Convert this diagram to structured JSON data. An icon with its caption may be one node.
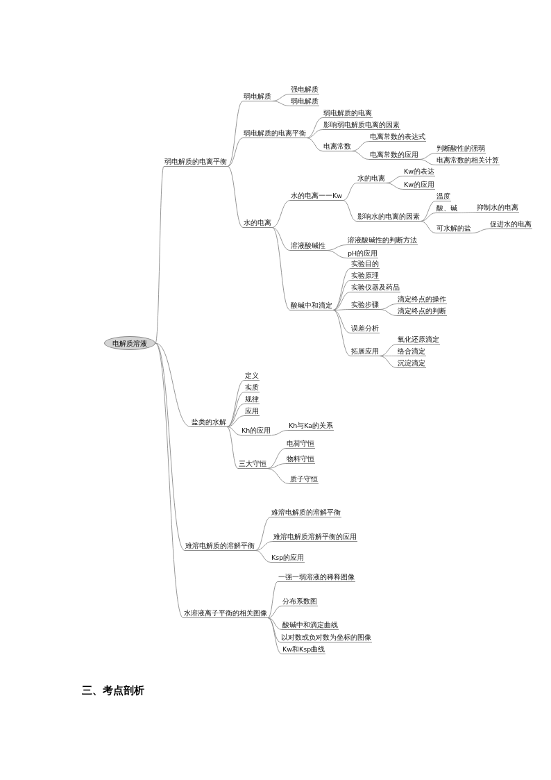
{
  "diagram": {
    "nodes": [
      {
        "text": [
          "电解质溶液"
        ]
      },
      {
        "text": [
          "弱电解质的电离平衡"
        ]
      },
      {
        "text": [
          "弱电解质"
        ]
      },
      {
        "text": [
          "强电解质"
        ]
      },
      {
        "text": [
          "弱电解质"
        ]
      },
      {
        "text": [
          "弱电解质的电离平衡"
        ]
      },
      {
        "text": [
          "弱电解质的电离"
        ]
      },
      {
        "text": [
          "影响弱电解质电离的因素"
        ]
      },
      {
        "text": [
          "电离常数"
        ]
      },
      {
        "text": [
          "电离常数的表达式"
        ]
      },
      {
        "text": [
          "电离常数的应用"
        ]
      },
      {
        "text": [
          "判断酸性的强弱"
        ]
      },
      {
        "text": [
          "电离常数的相关计算"
        ]
      },
      {
        "text": [
          "水的电离"
        ]
      },
      {
        "text": [
          "水的电离一一Kw"
        ]
      },
      {
        "text": [
          "水的电离"
        ]
      },
      {
        "text": [
          "Kw的表达"
        ]
      },
      {
        "text": [
          "Kw的应用"
        ]
      },
      {
        "text": [
          "影响水的电离的因素"
        ]
      },
      {
        "text": [
          "温度"
        ]
      },
      {
        "text": [
          "酸、碱"
        ]
      },
      {
        "text": [
          "抑制水的电离"
        ]
      },
      {
        "text": [
          "可水解的盐"
        ]
      },
      {
        "text": [
          "促进水的电离"
        ]
      },
      {
        "text": [
          "溶液酸碱性"
        ]
      },
      {
        "text": [
          "溶液酸碱性的判断方法"
        ]
      },
      {
        "text": [
          "pH的应用"
        ]
      },
      {
        "text": [
          "酸碱中和滴定"
        ]
      },
      {
        "text": [
          "实验目的"
        ]
      },
      {
        "text": [
          "实验原理"
        ]
      },
      {
        "text": [
          "实验仪器及药品"
        ]
      },
      {
        "text": [
          "实验步骤"
        ]
      },
      {
        "text": [
          "滴定终点的操作"
        ]
      },
      {
        "text": [
          "滴定终点的判断"
        ]
      },
      {
        "text": [
          "误差分析"
        ]
      },
      {
        "text": [
          "拓展应用"
        ]
      },
      {
        "text": [
          "氧化还原滴定"
        ]
      },
      {
        "text": [
          "络合滴定"
        ]
      },
      {
        "text": [
          "沉淀滴定"
        ]
      },
      {
        "text": [
          "盐类的水解"
        ]
      },
      {
        "text": [
          "定义"
        ]
      },
      {
        "text": [
          "实质"
        ]
      },
      {
        "text": [
          "规律"
        ]
      },
      {
        "text": [
          "应用"
        ]
      },
      {
        "text": [
          "Kh的应用"
        ]
      },
      {
        "text": [
          "Kh与Ka的关系"
        ]
      },
      {
        "text": [
          "三大守恒"
        ]
      },
      {
        "text": [
          "电荷守恒"
        ]
      },
      {
        "text": [
          "物料守恒"
        ]
      },
      {
        "text": [
          "质子守恒"
        ]
      },
      {
        "text": [
          "难溶电解质的溶解平衡"
        ]
      },
      {
        "text": [
          "难溶电解质的溶解平衡"
        ]
      },
      {
        "text": [
          "难溶电解质溶解平衡的应用"
        ]
      },
      {
        "text": [
          "Ksp的应用"
        ]
      },
      {
        "text": [
          "水溶液离子平衡的相关图像"
        ]
      },
      {
        "text": [
          "一强一弱溶液的稀释图像"
        ]
      },
      {
        "text": [
          "分布系数图"
        ]
      },
      {
        "text": [
          "酸碱中和滴定曲线"
        ]
      },
      {
        "text": [
          "以对数或负对数为坐标的图像"
        ]
      },
      {
        "text": [
          "Kw和Ksp曲线"
        ]
      }
    ],
    "edges": [
      {
        "from": 0,
        "to": 1,
        "arrow": "none"
      },
      {
        "from": 1,
        "to": 2,
        "arrow": "none"
      },
      {
        "from": 2,
        "to": 3,
        "arrow": "none"
      },
      {
        "from": 2,
        "to": 4,
        "arrow": "none"
      },
      {
        "from": 1,
        "to": 5,
        "arrow": "none"
      },
      {
        "from": 5,
        "to": 6,
        "arrow": "none"
      },
      {
        "from": 5,
        "to": 7,
        "arrow": "none"
      },
      {
        "from": 5,
        "to": 8,
        "arrow": "none"
      },
      {
        "from": 8,
        "to": 9,
        "arrow": "none"
      },
      {
        "from": 8,
        "to": 10,
        "arrow": "none"
      },
      {
        "from": 10,
        "to": 11,
        "arrow": "none"
      },
      {
        "from": 10,
        "to": 12,
        "arrow": "none"
      },
      {
        "from": 1,
        "to": 13,
        "arrow": "none"
      },
      {
        "from": 13,
        "to": 14,
        "arrow": "none"
      },
      {
        "from": 14,
        "to": 15,
        "arrow": "none"
      },
      {
        "from": 15,
        "to": 16,
        "arrow": "none"
      },
      {
        "from": 15,
        "to": 17,
        "arrow": "none"
      },
      {
        "from": 14,
        "to": 18,
        "arrow": "none"
      },
      {
        "from": 18,
        "to": 19,
        "arrow": "none"
      },
      {
        "from": 18,
        "to": 20,
        "arrow": "none"
      },
      {
        "from": 20,
        "to": 21,
        "arrow": "none"
      },
      {
        "from": 18,
        "to": 22,
        "arrow": "none"
      },
      {
        "from": 22,
        "to": 23,
        "arrow": "none"
      },
      {
        "from": 13,
        "to": 24,
        "arrow": "none"
      },
      {
        "from": 24,
        "to": 25,
        "arrow": "none"
      },
      {
        "from": 24,
        "to": 26,
        "arrow": "none"
      },
      {
        "from": 13,
        "to": 27,
        "arrow": "none"
      },
      {
        "from": 27,
        "to": 28,
        "arrow": "none"
      },
      {
        "from": 27,
        "to": 29,
        "arrow": "none"
      },
      {
        "from": 27,
        "to": 30,
        "arrow": "none"
      },
      {
        "from": 27,
        "to": 31,
        "arrow": "none"
      },
      {
        "from": 31,
        "to": 32,
        "arrow": "none"
      },
      {
        "from": 31,
        "to": 33,
        "arrow": "none"
      },
      {
        "from": 27,
        "to": 34,
        "arrow": "none"
      },
      {
        "from": 27,
        "to": 35,
        "arrow": "none"
      },
      {
        "from": 35,
        "to": 36,
        "arrow": "none"
      },
      {
        "from": 35,
        "to": 37,
        "arrow": "none"
      },
      {
        "from": 35,
        "to": 38,
        "arrow": "none"
      },
      {
        "from": 0,
        "to": 39,
        "arrow": "none"
      },
      {
        "from": 39,
        "to": 40,
        "arrow": "none"
      },
      {
        "from": 39,
        "to": 41,
        "arrow": "none"
      },
      {
        "from": 39,
        "to": 42,
        "arrow": "none"
      },
      {
        "from": 39,
        "to": 43,
        "arrow": "none"
      },
      {
        "from": 39,
        "to": 44,
        "arrow": "none"
      },
      {
        "from": 44,
        "to": 45,
        "arrow": "none"
      },
      {
        "from": 39,
        "to": 46,
        "arrow": "none"
      },
      {
        "from": 46,
        "to": 47,
        "arrow": "none"
      },
      {
        "from": 46,
        "to": 48,
        "arrow": "none"
      },
      {
        "from": 46,
        "to": 49,
        "arrow": "none"
      },
      {
        "from": 0,
        "to": 50,
        "arrow": "none"
      },
      {
        "from": 50,
        "to": 51,
        "arrow": "none"
      },
      {
        "from": 50,
        "to": 52,
        "arrow": "none"
      },
      {
        "from": 50,
        "to": 53,
        "arrow": "none"
      },
      {
        "from": 0,
        "to": 54,
        "arrow": "none"
      },
      {
        "from": 54,
        "to": 55,
        "arrow": "none"
      },
      {
        "from": 54,
        "to": 56,
        "arrow": "none"
      },
      {
        "from": 54,
        "to": 57,
        "arrow": "none"
      },
      {
        "from": 54,
        "to": 58,
        "arrow": "none"
      },
      {
        "from": 54,
        "to": 59,
        "arrow": "none"
      }
    ],
    "labels": [
      "三、考点剖析"
    ]
  }
}
